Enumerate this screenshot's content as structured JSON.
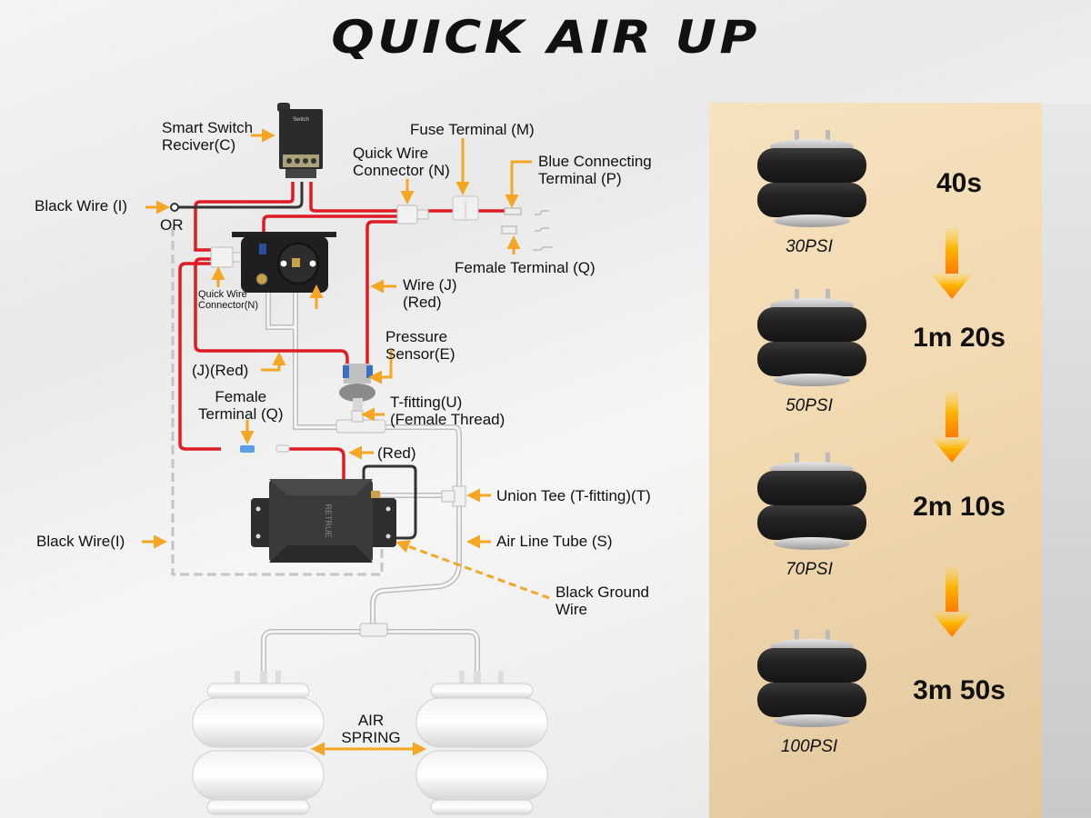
{
  "title": "QUICK AIR UP",
  "labels": {
    "smart_switch": [
      "Smart Switch",
      "Reciver(C)"
    ],
    "fuse_terminal": "Fuse Terminal (M)",
    "quick_wire_connector_top": [
      "Quick Wire",
      "Connector (N)"
    ],
    "blue_connecting_terminal": [
      "Blue Connecting",
      "Terminal (P)"
    ],
    "black_wire_top": "Black Wire (I)",
    "or": "OR",
    "female_terminal_top": "Female Terminal (Q)",
    "quick_wire_connector_small": [
      "Quick Wire",
      "Connector(N)"
    ],
    "wire_j": [
      "Wire (J)",
      "(Red)"
    ],
    "pressure_sensor": [
      "Pressure",
      "Sensor(E)"
    ],
    "j_red": "(J)(Red)",
    "t_fitting": [
      "T-fitting(U)",
      "(Female Thread)"
    ],
    "female_terminal_left": [
      "Female",
      "Terminal (Q)"
    ],
    "red": "(Red)",
    "union_tee": "Union Tee (T-fitting)(T)",
    "black_wire_bottom": "Black Wire(I)",
    "air_line_tube": "Air Line Tube (S)",
    "black_ground_wire": [
      "Black Ground",
      "Wire"
    ],
    "air_spring": [
      "AIR",
      "SPRING"
    ],
    "switch_brand": "Switch",
    "compressor_brand": "RETRUE"
  },
  "inflation_stages": [
    {
      "psi_label": "30PSI",
      "time_to_next": "40s"
    },
    {
      "psi_label": "50PSI",
      "time_to_next": "1m 20s"
    },
    {
      "psi_label": "70PSI",
      "time_to_next": "2m 10s"
    },
    {
      "psi_label": "100PSI",
      "time_to_next": "3m 50s"
    }
  ],
  "colors": {
    "wire_red": "#e01b24",
    "wire_black": "#333333",
    "arrow_orange": "#f5a623",
    "panel_tan": "#f1d9b0",
    "air_line": "#dcdcdc"
  }
}
